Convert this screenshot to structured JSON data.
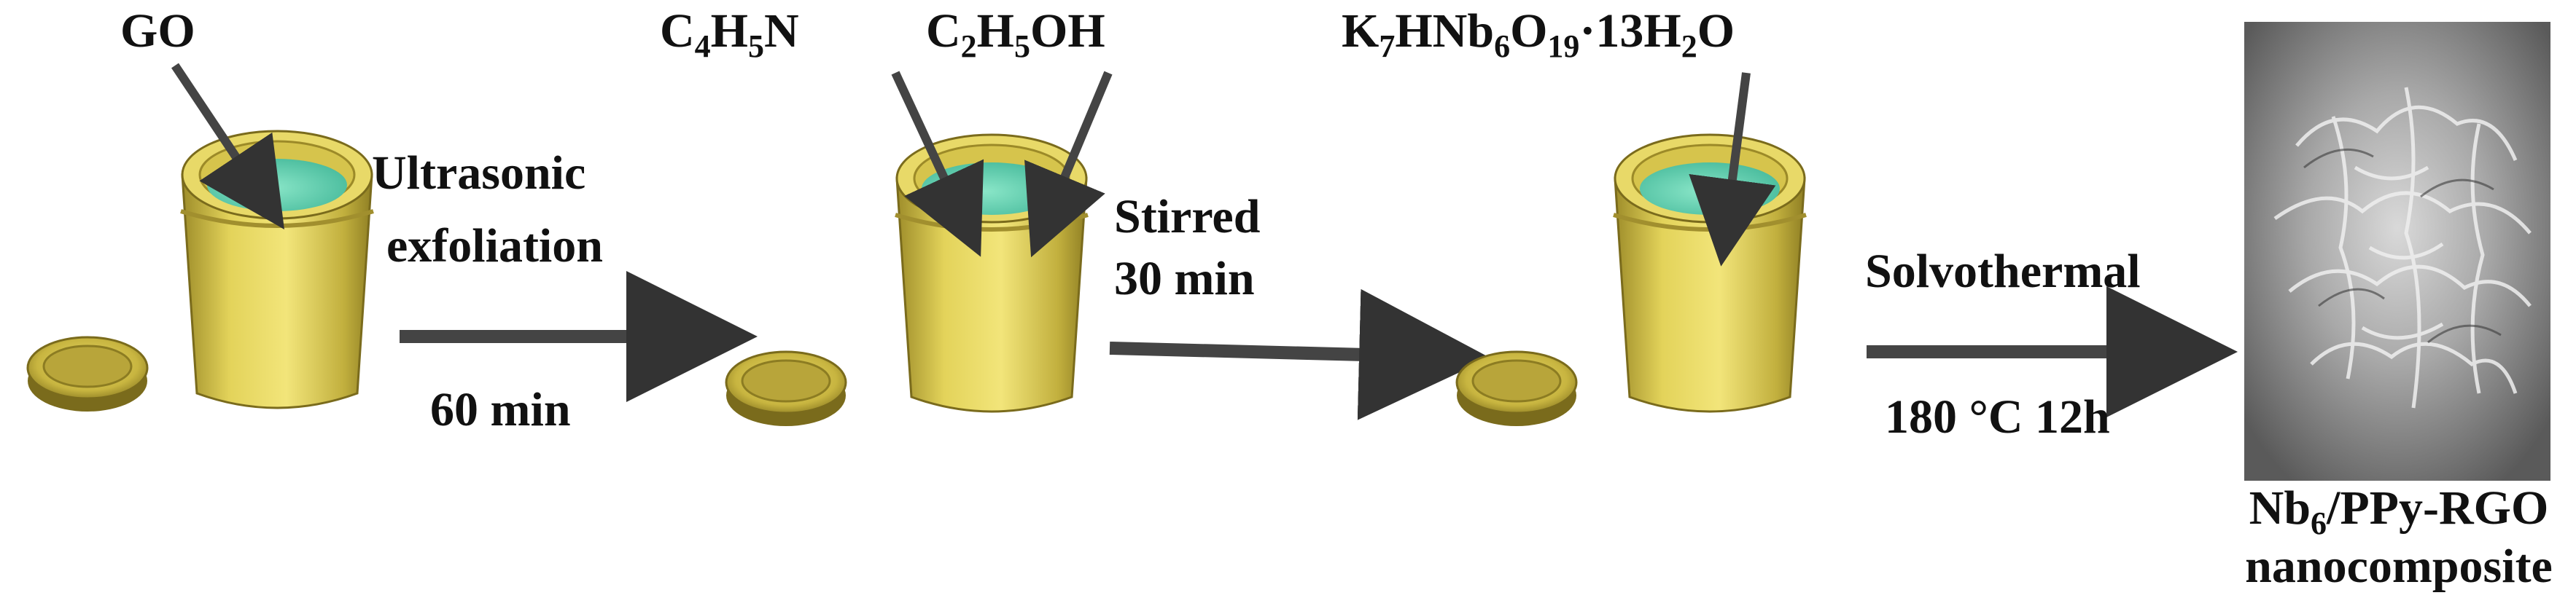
{
  "reagents": {
    "go": "GO",
    "pyrrole_main": "C",
    "pyrrole_s1": "4",
    "pyrrole_m2": "H",
    "pyrrole_s2": "5",
    "pyrrole_m3": "N",
    "ethanol_main": "C",
    "ethanol_s1": "2",
    "ethanol_m2": "H",
    "ethanol_s2": "5",
    "ethanol_m3": "OH",
    "pom_a": "K",
    "pom_s1": "7",
    "pom_b": "HNb",
    "pom_s2": "6",
    "pom_c": "O",
    "pom_s3": "19",
    "pom_d": "·13H",
    "pom_s4": "2",
    "pom_e": "O"
  },
  "steps": {
    "step1_line1": "Ultrasonic",
    "step1_line2": "exfoliation",
    "step1_time": "60 min",
    "step2_line1": "Stirred",
    "step2_line2": "30 min",
    "step3_line1": "Solvothermal",
    "step3_cond": "180 °C 12h"
  },
  "product": {
    "line1_a": "Nb",
    "line1_sub": "6",
    "line1_b": "/PPy-RGO",
    "line2": "nanocomposite"
  },
  "colors": {
    "autoclave_body": "#d8c64a",
    "autoclave_dark": "#a89630",
    "autoclave_rim": "#f0e070",
    "liner_liquid": "#5fd0b0",
    "arrow": "#444444",
    "sem_background": "#8a8a8a"
  },
  "icons": [
    "autoclave-icon",
    "lid-icon",
    "sem-image"
  ]
}
